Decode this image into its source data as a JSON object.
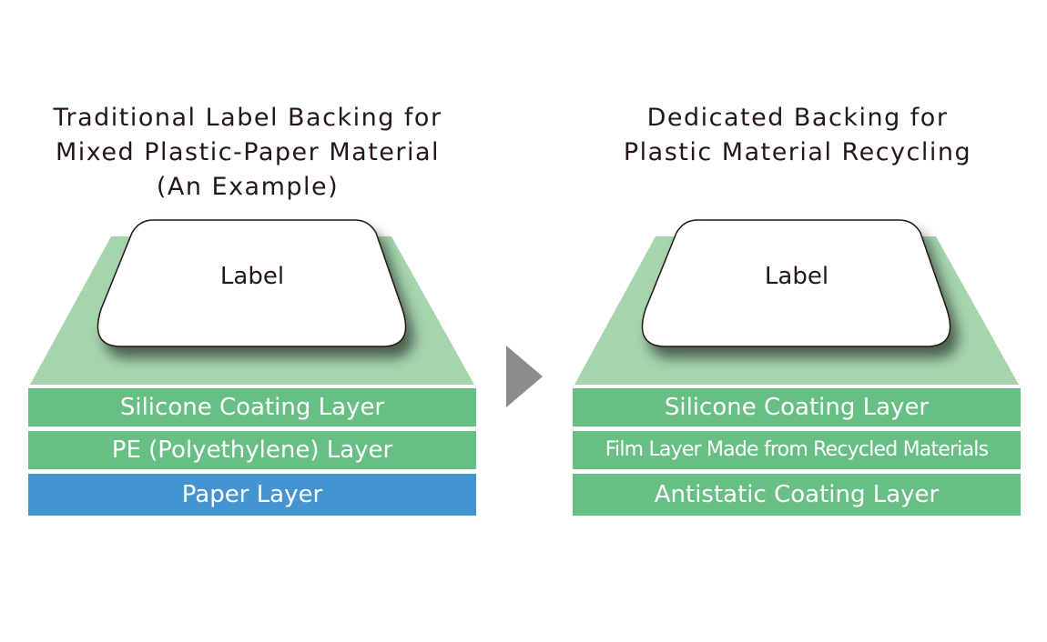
{
  "colors": {
    "green_light": "#a5d4ad",
    "green": "#68bf84",
    "blue": "#4494d2",
    "arrow": "#8c8c8c",
    "text": "#231815"
  },
  "left": {
    "title": [
      "Traditional Label Backing for",
      "Mixed Plastic-Paper Material",
      "(An Example)"
    ],
    "label": "Label",
    "layers": [
      "Silicone Coating Layer",
      "PE (Polyethylene) Layer",
      "Paper Layer"
    ]
  },
  "right": {
    "title": [
      "Dedicated Backing for",
      "Plastic Material Recycling"
    ],
    "label": "Label",
    "layers": [
      "Silicone Coating Layer",
      "Film Layer Made from Recycled Materials",
      "Antistatic Coating Layer"
    ]
  },
  "arrow_icon": "triangle-right"
}
